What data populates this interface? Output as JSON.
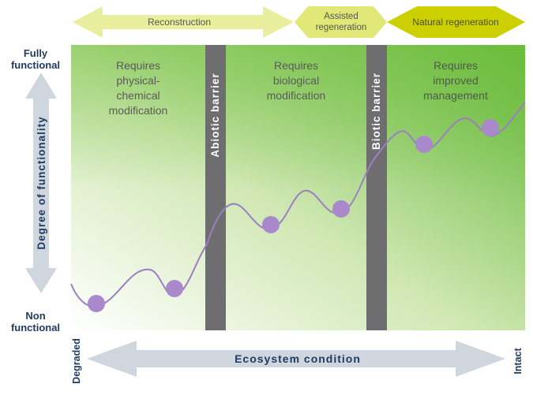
{
  "top_arrows": {
    "reconstruction": "Reconstruction",
    "assisted_line1": "Assisted",
    "assisted_line2": "regeneration",
    "natural": "Natural regeneration"
  },
  "y_axis": {
    "top_line1": "Fully",
    "top_line2": "functional",
    "label": "Degree of functionality",
    "bottom_line1": "Non",
    "bottom_line2": "functional"
  },
  "zones": [
    {
      "line1": "Requires",
      "line2": "physical-",
      "line3": "chemical",
      "line4": "modification"
    },
    {
      "line1": "Requires",
      "line2": "biological",
      "line3": "modification"
    },
    {
      "line1": "Requires",
      "line2": "improved",
      "line3": "management"
    }
  ],
  "barriers": {
    "abiotic": "Abiotic barrier",
    "biotic": "Biotic barrier"
  },
  "x_axis": {
    "label": "Ecosystem condition",
    "left": "Degraded",
    "right": "Intact"
  },
  "colors": {
    "green_dark": "#6cbf3a",
    "arrow_light": "#e9ee9c",
    "arrow_dark": "#cdd000",
    "barrier": "#6e6e70",
    "axis_arrow": "#cfd6de",
    "curve": "#9b7fc0",
    "ball": "#a989cc",
    "text_dark": "#1f3a5f"
  }
}
